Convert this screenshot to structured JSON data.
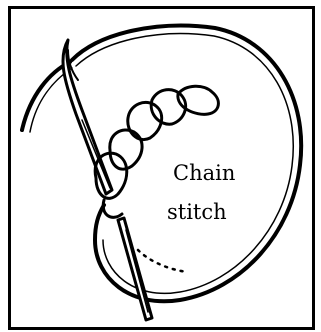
{
  "illustration": {
    "icon": "needle-and-thread-icon",
    "subject": "chain-stitch"
  },
  "caption": {
    "line1": "Chain",
    "line2": "stitch"
  },
  "colors": {
    "ink": "#000000",
    "background": "#ffffff"
  }
}
